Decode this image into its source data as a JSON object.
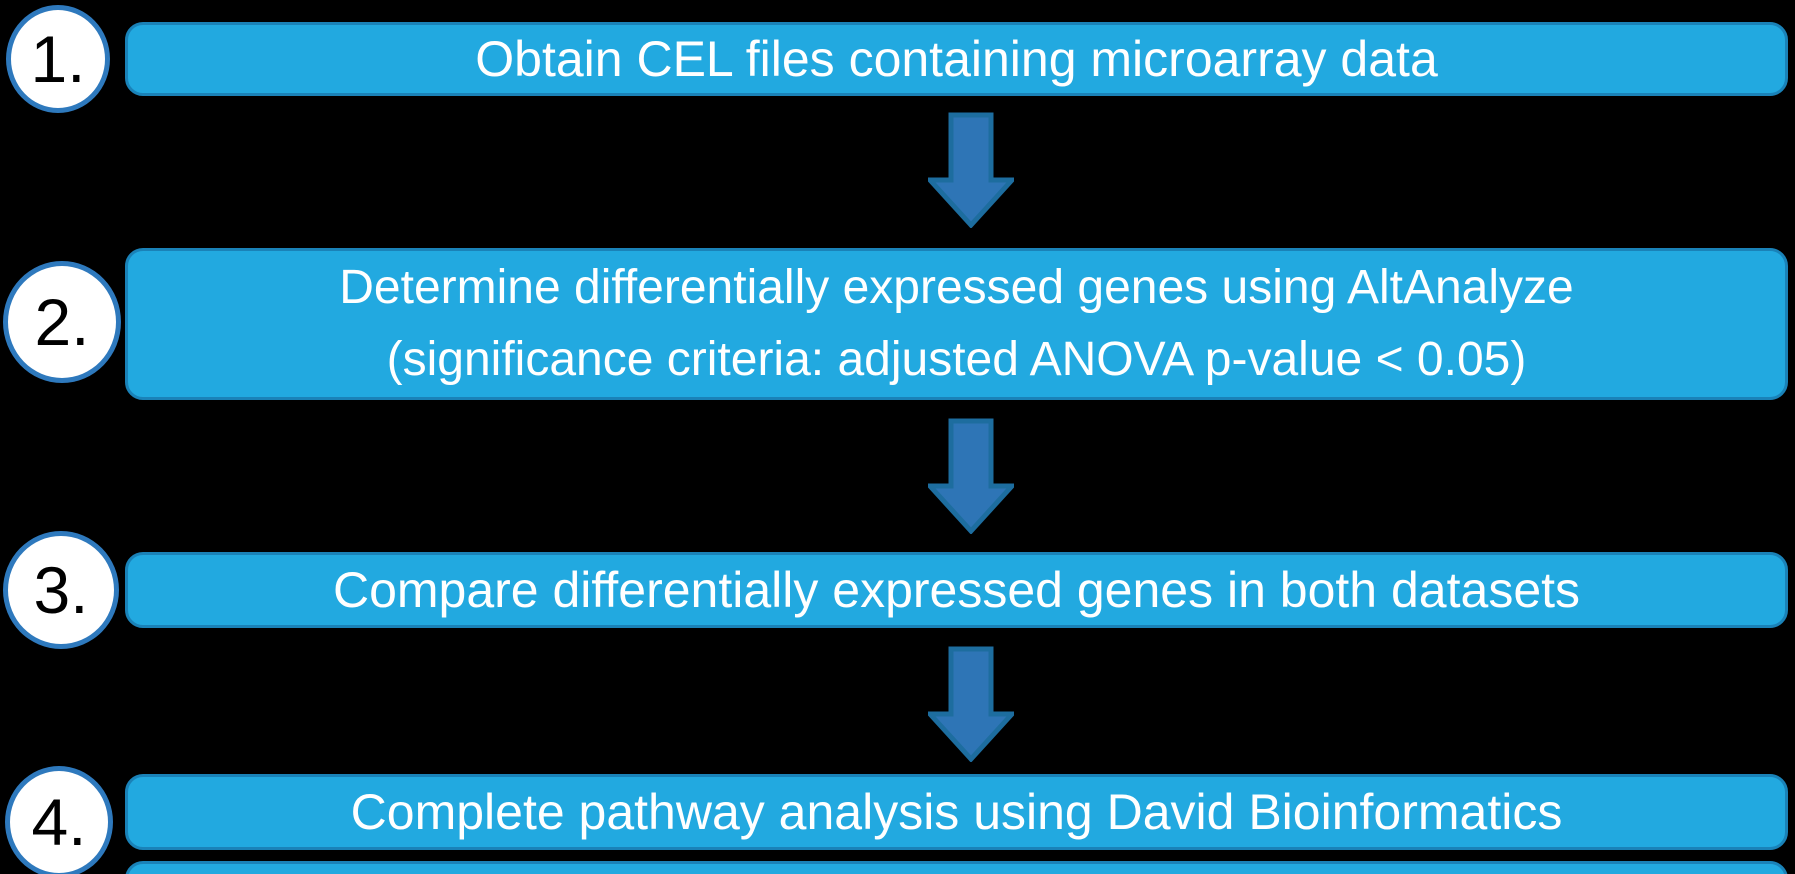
{
  "colors": {
    "background": "#000000",
    "boxFill": "#22a9e0",
    "boxBorder": "#1a82b8",
    "circleBorder": "#2e79bd",
    "arrowFill": "#2e75b6",
    "arrowStroke": "#1d6d9f"
  },
  "diagram": {
    "steps": [
      {
        "number": "1.",
        "lines": [
          "Obtain CEL files containing microarray data"
        ]
      },
      {
        "number": "2.",
        "lines": [
          "Determine differentially expressed genes using AltAnalyze",
          "(significance criteria: adjusted ANOVA p-value < 0.05)"
        ]
      },
      {
        "number": "3.",
        "lines": [
          "Compare differentially expressed genes in both datasets"
        ]
      },
      {
        "number": "4.",
        "lines": [
          "Complete pathway analysis using David Bioinformatics"
        ]
      }
    ]
  }
}
